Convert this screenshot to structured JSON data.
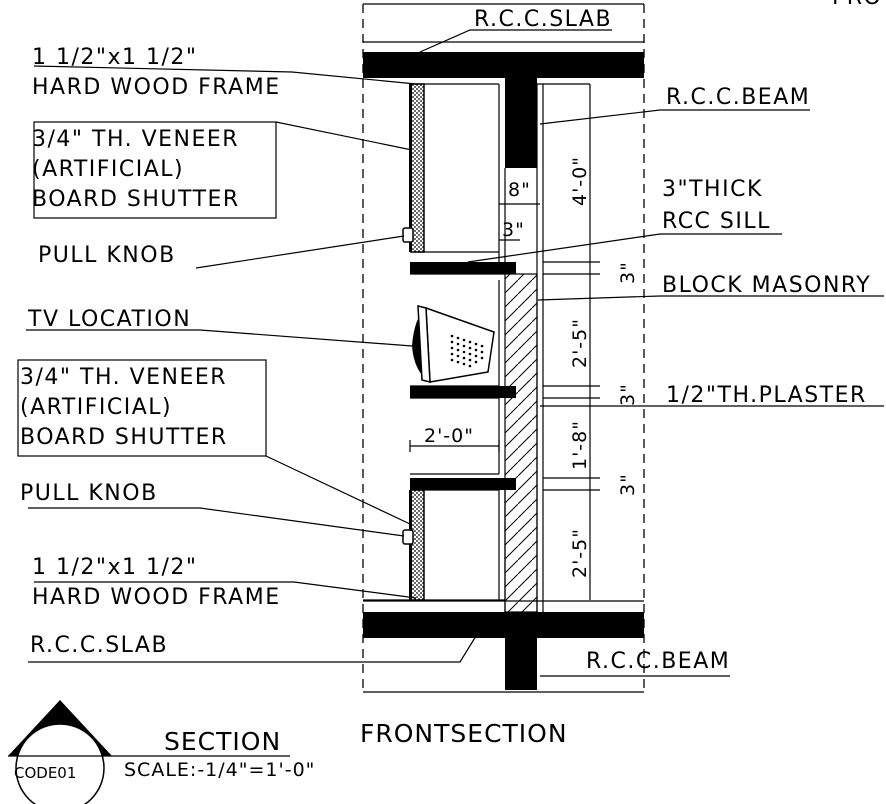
{
  "labels": {
    "top_slab": "R.C.C.SLAB",
    "top_frame_1": "1  1/2\"x1  1/2\"",
    "top_frame_2": "HARD  WOOD  FRAME",
    "top_shutter_1": "3/4\"  TH.  VENEER",
    "top_shutter_2": "(ARTIFICIAL)",
    "top_shutter_3": "BOARD  SHUTTER",
    "top_knob": "PULL  KNOB",
    "tv": "TV  LOCATION",
    "bot_shutter_1": "3/4\"  TH.  VENEER",
    "bot_shutter_2": "(ARTIFICIAL)",
    "bot_shutter_3": "BOARD  SHUTTER",
    "bot_knob": "PULL  KNOB",
    "bot_frame_1": "1  1/2\"x1  1/2\"",
    "bot_frame_2": "HARD  WOOD  FRAME",
    "bot_slab": "R.C.C.SLAB",
    "top_beam": "R.C.C.BEAM",
    "sill_1": "3\"THICK",
    "sill_2": "RCC  SILL",
    "masonry": "BLOCK  MASONRY",
    "plaster": "1/2\"TH.PLASTER",
    "bot_beam": "R.C.C.BEAM",
    "corner": "PRO"
  },
  "dimensions": {
    "d_8in": "8\"",
    "d_3in_small": "3\"",
    "d_4ft": "4'-0\"",
    "d_3in_a": "3\"",
    "d_2ft5_a": "2'-5\"",
    "d_3in_b": "3\"",
    "d_1ft8": "1'-8\"",
    "d_3in_c": "3\"",
    "d_2ft5_b": "2'-5\"",
    "d_2ft": "2'-0\""
  },
  "title": {
    "main": "FRONTSECTION",
    "section": "SECTION",
    "scale": "SCALE:-1/4\"=1'-0\"",
    "code": "CODE01"
  }
}
